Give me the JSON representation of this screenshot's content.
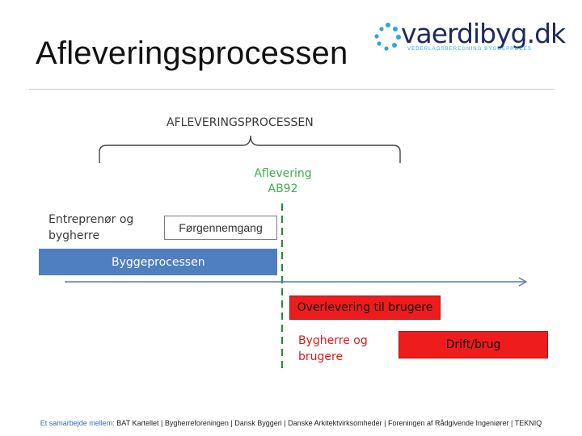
{
  "header": {
    "title": "Afleveringsprocessen",
    "logo_text": "vaerdibyg.dk",
    "logo_tagline": "VEDERLAGSBEREGNING BYGGEPROCES"
  },
  "diagram": {
    "phase_heading": "AFLEVERINGSPROCESSEN",
    "handover_label_line1": "Aflevering",
    "handover_label_line2": "AB92",
    "parties_line1": "Entreprenør og",
    "parties_line2": "bygherre",
    "pre_inspection": "Førgennemgang",
    "construction_process": "Byggeprocessen",
    "handover_to_users": "Overlevering til brugere",
    "owner_users_line1": "Bygherre og",
    "owner_users_line2": "brugere",
    "operation_use": "Drift/brug"
  },
  "footer": {
    "lead": "Et samarbejde mellem:",
    "partners": "BAT Kartellet | Bygherreforeningen | Dansk Byggeri | Danske Arkitektvirksomheder | Foreningen af Rådgivende Ingeniører | TEKNIQ"
  },
  "colors": {
    "blue_bar": "#4f7fbf",
    "red_box": "#ee1c1c",
    "green": "#3fae49",
    "logo_dots": "#2aa7dd"
  }
}
